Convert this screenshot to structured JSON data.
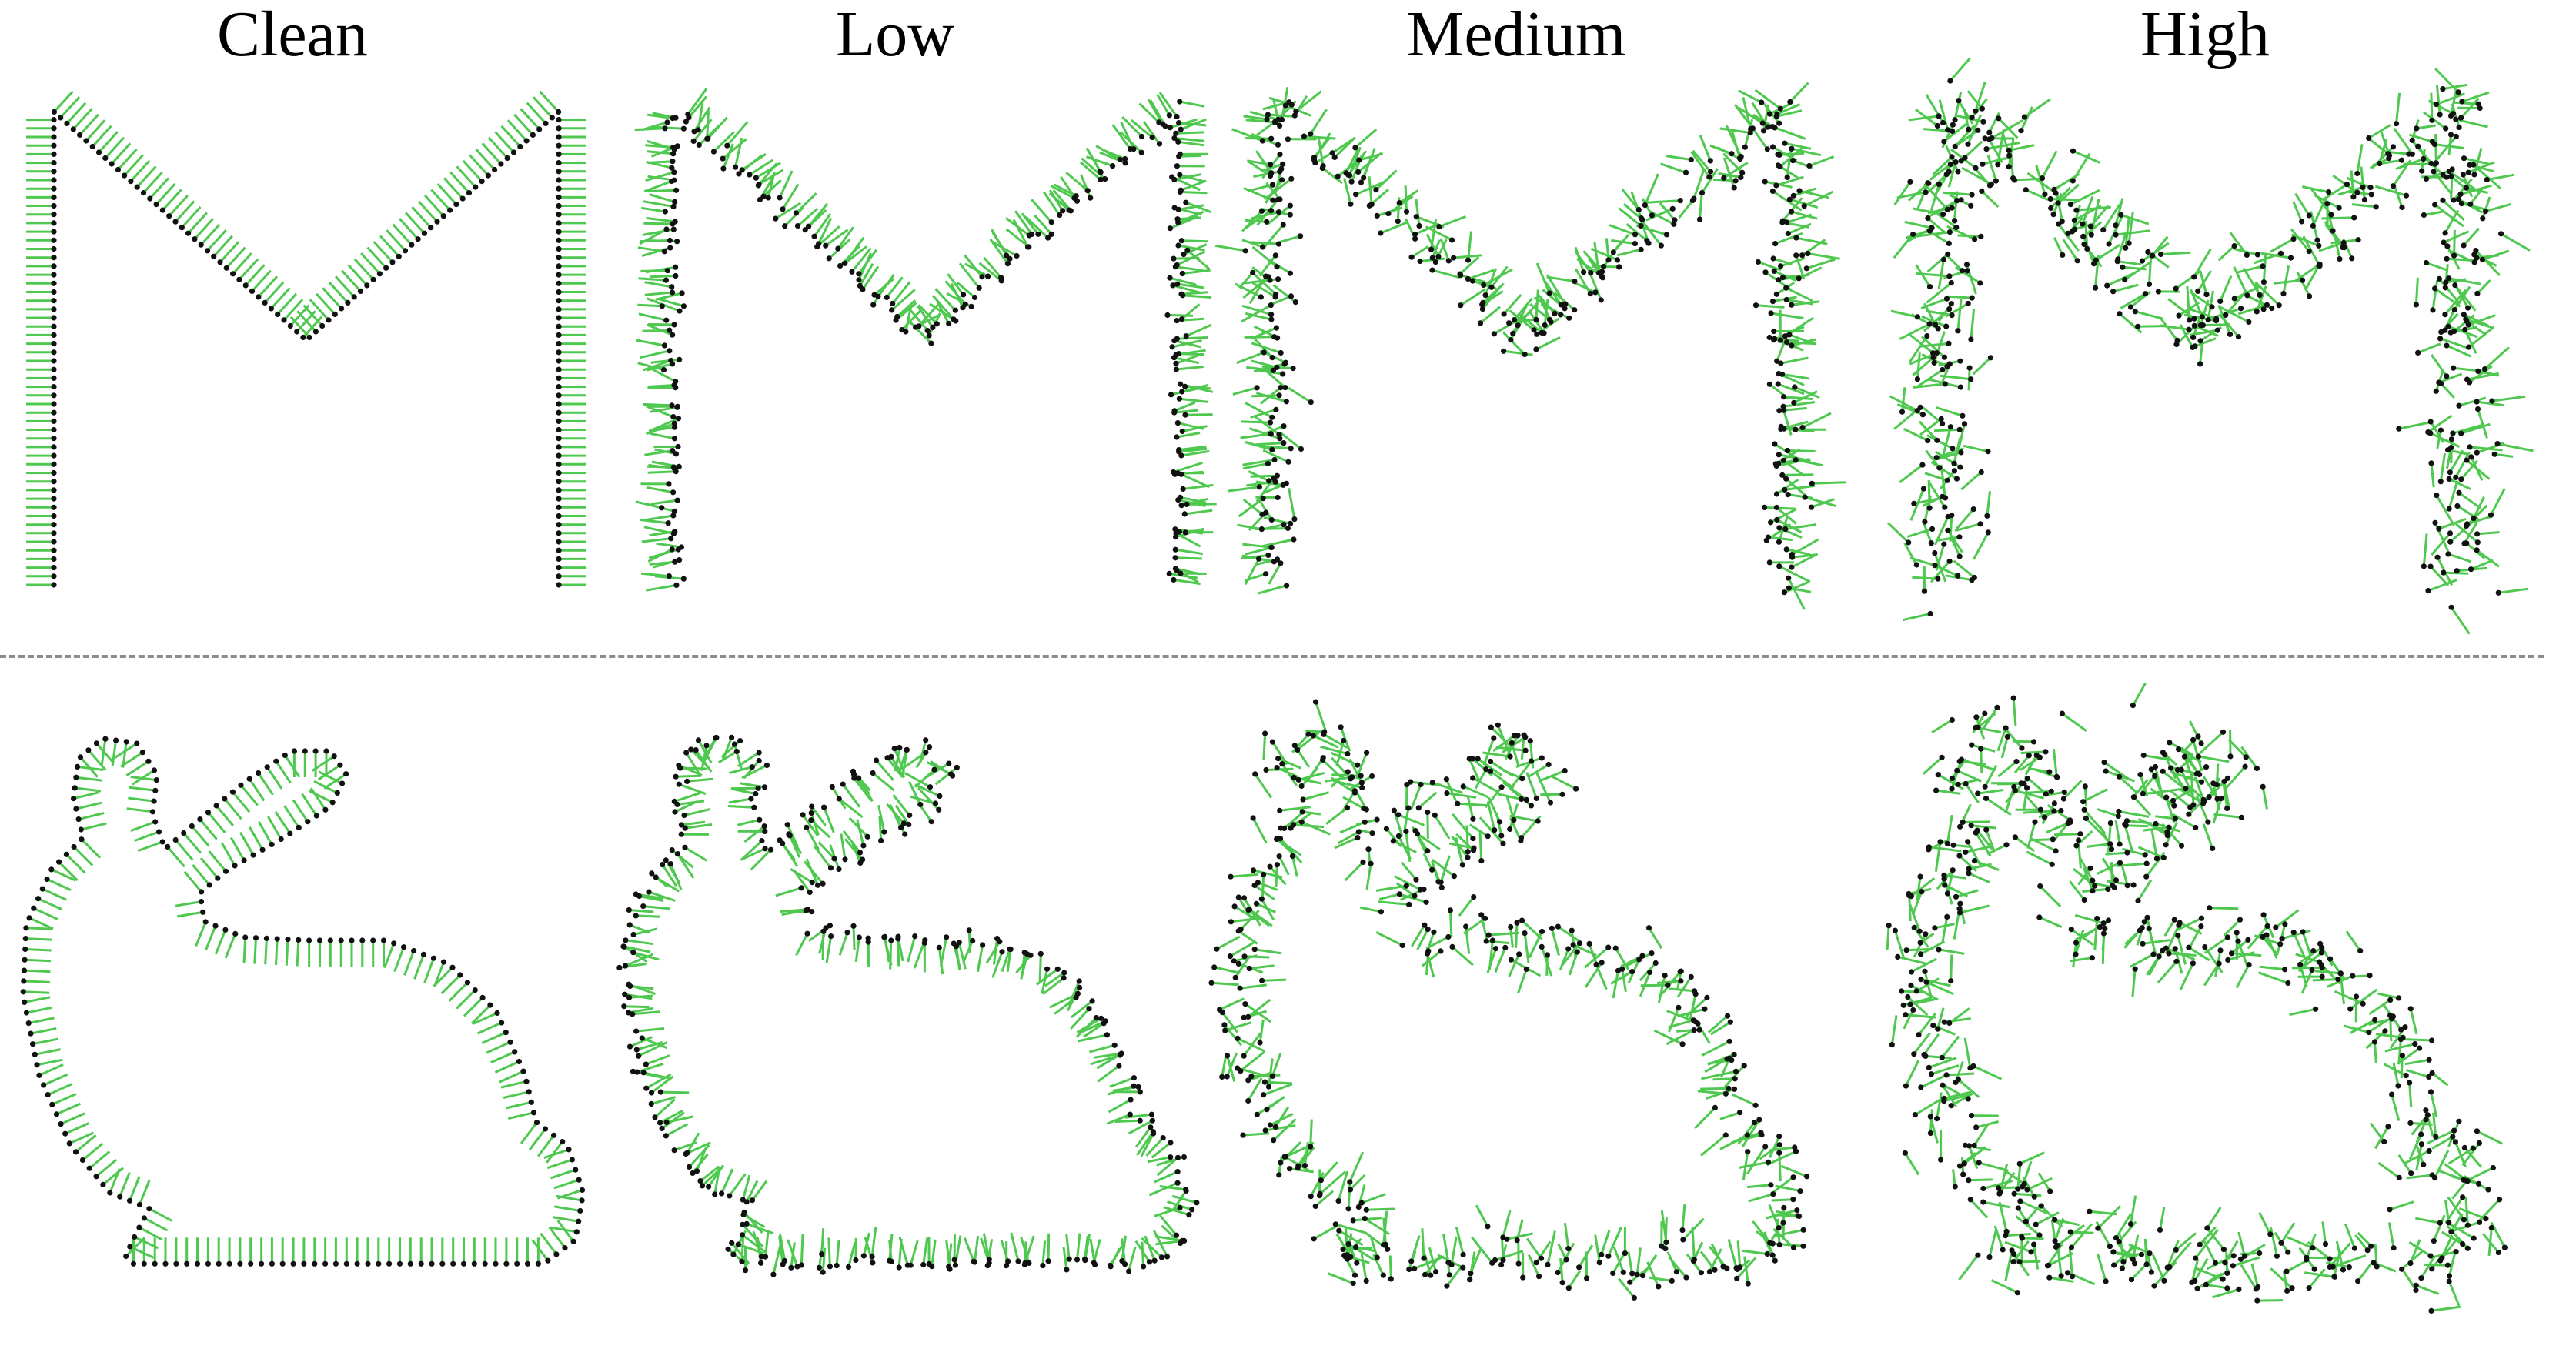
{
  "columns": [
    {
      "title": "Clean",
      "noise": 0.0
    },
    {
      "title": "Low",
      "noise": 1.0
    },
    {
      "title": "Medium",
      "noise": 2.6
    },
    {
      "title": "High",
      "noise": 4.2
    }
  ],
  "rows": [
    {
      "shape": "letter-M"
    },
    {
      "shape": "bunny"
    }
  ],
  "colors": {
    "normal": "#4fc84f",
    "point": "#111111",
    "divider": "#8c8c8c"
  }
}
